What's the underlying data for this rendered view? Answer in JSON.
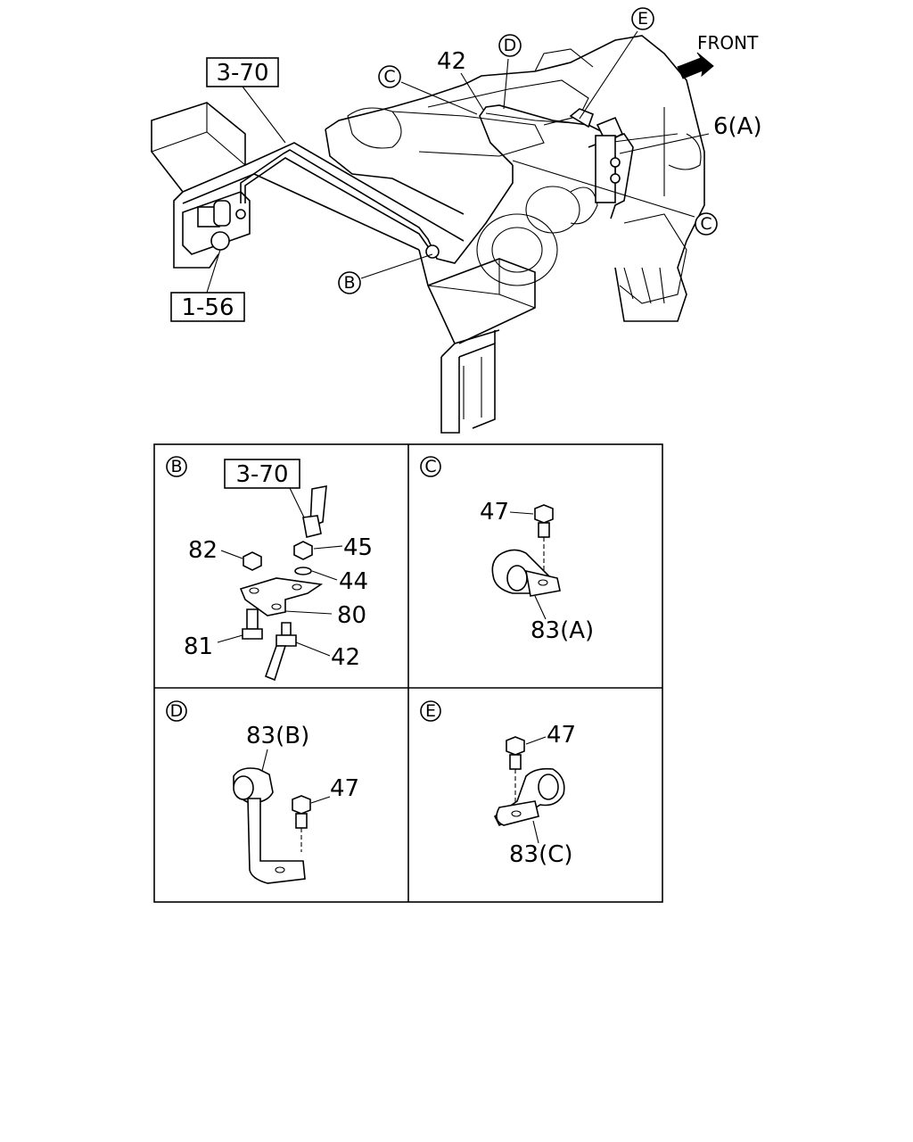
{
  "overview": {
    "front_label": "FRONT",
    "ref_box_top": "3-70",
    "ref_box_bottom": "1-56",
    "part_42": "42",
    "part_6a": "6(A)",
    "callout_c1": "C",
    "callout_c2": "C",
    "callout_d": "D",
    "callout_e": "E",
    "callout_b": "B"
  },
  "panels": {
    "b": {
      "letter": "B",
      "ref_box": "3-70",
      "parts": {
        "p45": "45",
        "p82": "82",
        "p44": "44",
        "p80": "80",
        "p81": "81",
        "p42": "42"
      }
    },
    "c": {
      "letter": "C",
      "parts": {
        "p47": "47",
        "p83a": "83(A)"
      }
    },
    "d": {
      "letter": "D",
      "parts": {
        "p83b": "83(B)",
        "p47": "47"
      }
    },
    "e": {
      "letter": "E",
      "parts": {
        "p47": "47",
        "p83c": "83(C)"
      }
    }
  }
}
